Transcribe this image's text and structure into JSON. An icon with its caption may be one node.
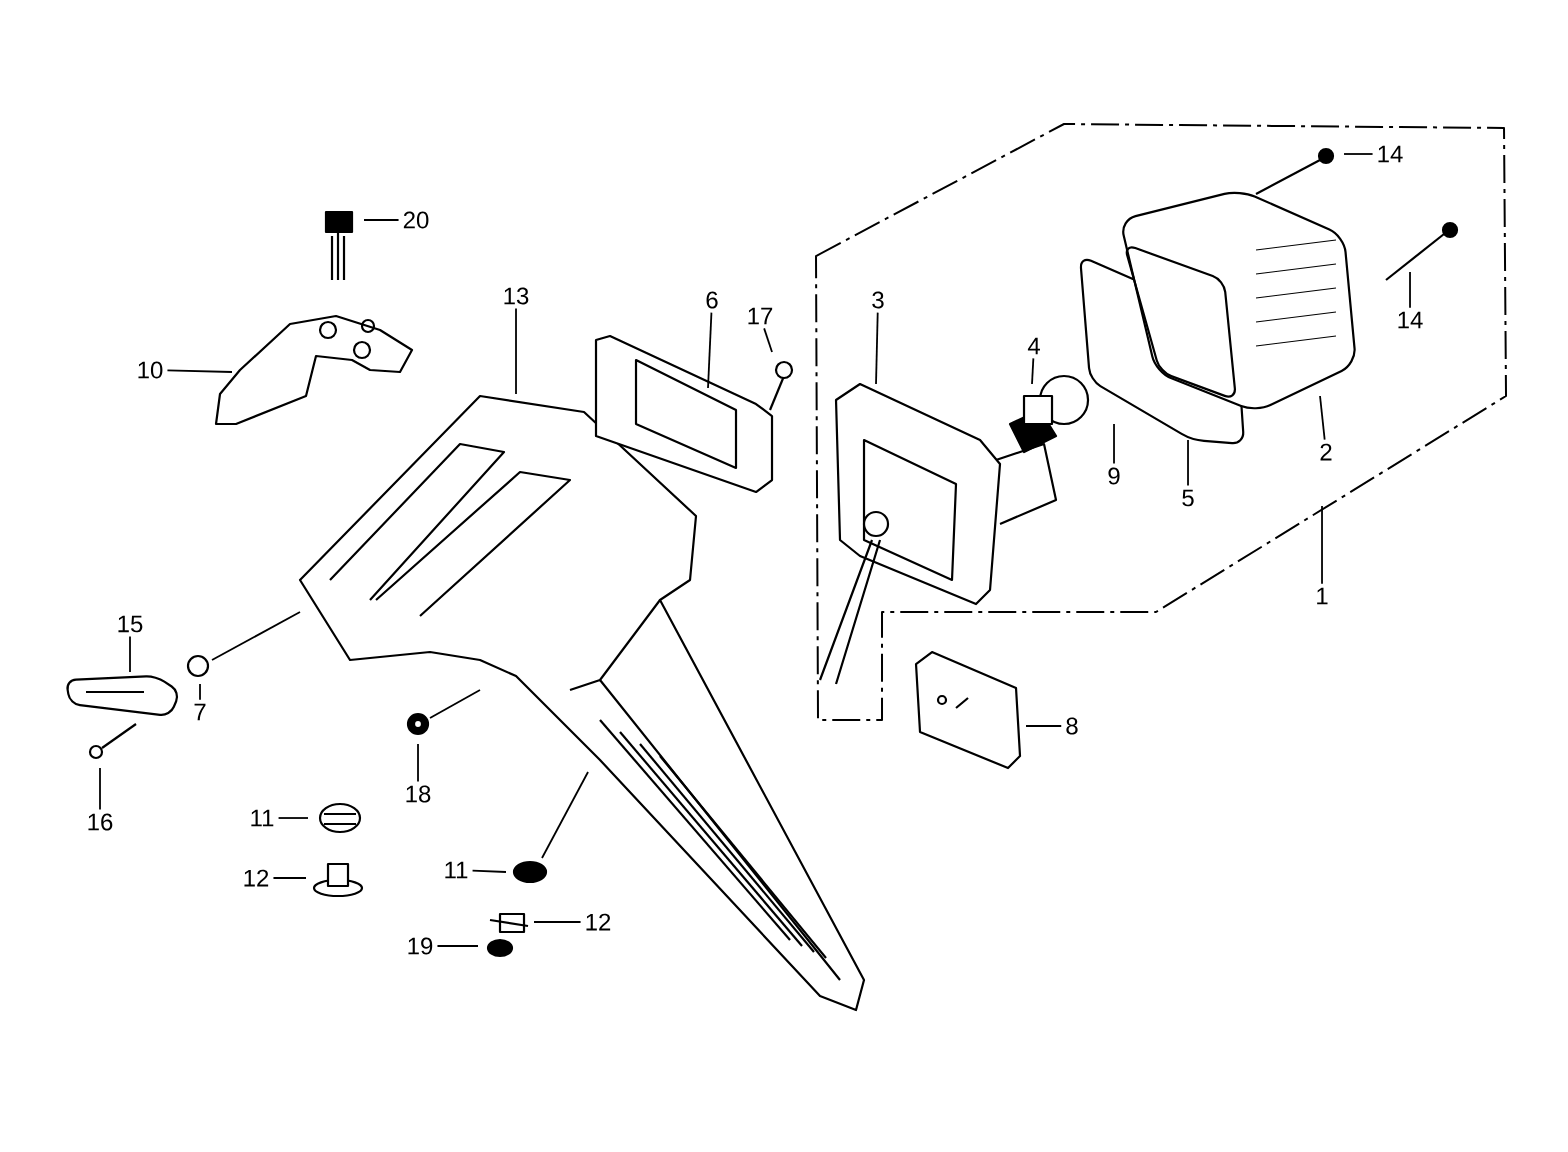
{
  "diagram": {
    "nodes": [
      {
        "text": [
          "20"
        ]
      },
      {
        "text": [
          "10"
        ]
      },
      {
        "text": [
          "13"
        ]
      },
      {
        "text": [
          "6"
        ]
      },
      {
        "text": [
          "17"
        ]
      },
      {
        "text": [
          "3"
        ]
      },
      {
        "text": [
          "4"
        ]
      },
      {
        "text": [
          "14"
        ]
      },
      {
        "text": [
          "14"
        ]
      },
      {
        "text": [
          "2"
        ]
      },
      {
        "text": [
          "9"
        ]
      },
      {
        "text": [
          "5"
        ]
      },
      {
        "text": [
          "1"
        ]
      },
      {
        "text": [
          "15"
        ]
      },
      {
        "text": [
          "7"
        ]
      },
      {
        "text": [
          "16"
        ]
      },
      {
        "text": [
          "18"
        ]
      },
      {
        "text": [
          "11"
        ]
      },
      {
        "text": [
          "12"
        ]
      },
      {
        "text": [
          "11"
        ]
      },
      {
        "text": [
          "12"
        ]
      },
      {
        "text": [
          "19"
        ]
      },
      {
        "text": [
          "8"
        ]
      }
    ],
    "edges": [
      {
        "from": 0,
        "to": null,
        "arrow": "none"
      },
      {
        "from": 1,
        "to": null,
        "arrow": "none"
      },
      {
        "from": 2,
        "to": null,
        "arrow": "none"
      },
      {
        "from": 3,
        "to": null,
        "arrow": "none"
      },
      {
        "from": 4,
        "to": null,
        "arrow": "none"
      },
      {
        "from": 5,
        "to": null,
        "arrow": "none"
      },
      {
        "from": 6,
        "to": null,
        "arrow": "none"
      },
      {
        "from": 7,
        "to": null,
        "arrow": "none"
      },
      {
        "from": 8,
        "to": null,
        "arrow": "none"
      },
      {
        "from": 9,
        "to": null,
        "arrow": "none"
      },
      {
        "from": 10,
        "to": null,
        "arrow": "none"
      },
      {
        "from": 11,
        "to": null,
        "arrow": "none"
      },
      {
        "from": 12,
        "to": null,
        "arrow": "none"
      },
      {
        "from": 13,
        "to": null,
        "arrow": "none"
      },
      {
        "from": 14,
        "to": null,
        "arrow": "none"
      },
      {
        "from": 15,
        "to": null,
        "arrow": "none"
      },
      {
        "from": 16,
        "to": null,
        "arrow": "none"
      },
      {
        "from": 17,
        "to": null,
        "arrow": "none"
      },
      {
        "from": 18,
        "to": null,
        "arrow": "none"
      },
      {
        "from": 19,
        "to": null,
        "arrow": "none"
      },
      {
        "from": 20,
        "to": null,
        "arrow": "none"
      },
      {
        "from": 21,
        "to": null,
        "arrow": "none"
      },
      {
        "from": 22,
        "to": null,
        "arrow": "none"
      }
    ]
  }
}
